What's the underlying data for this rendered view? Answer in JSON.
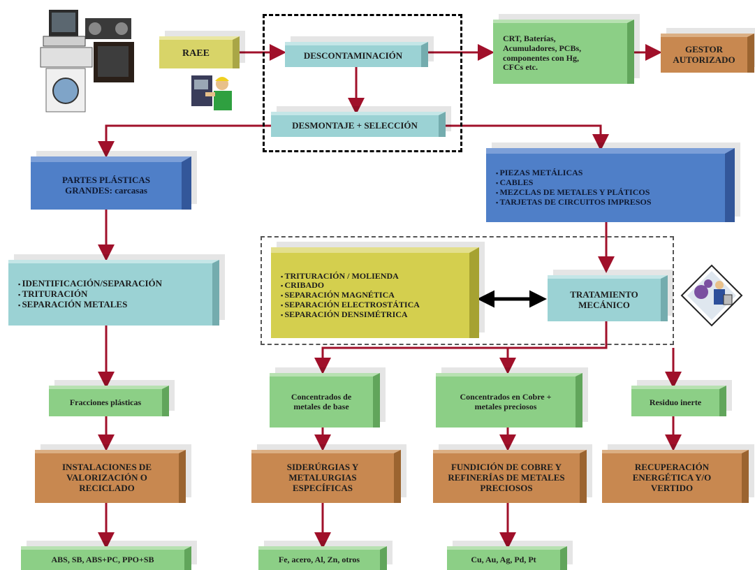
{
  "nodes": {
    "raee": "RAEE",
    "descontaminacion": "DESCONTAMINACIÓN",
    "peligrosos": "CRT, Baterías, Acumuladores, PCBs, componentes con Hg, CFCs etc.",
    "gestor": "GESTOR AUTORIZADO",
    "desmontaje": "DESMONTAJE + SELECCIÓN",
    "partes_plasticas": "PARTES PLÁSTICAS GRANDES: carcasas",
    "piezas": [
      "PIEZAS METÁLICAS",
      "CABLES",
      "MEZCLAS DE METALES Y PLÁTICOS",
      "TARJETAS DE CIRCUITOS IMPRESOS"
    ],
    "ident": [
      "IDENTIFICACIÓN/SEPARACIÓN",
      "TRITURACIÓN",
      "SEPARACIÓN METALES"
    ],
    "procesos": [
      "TRITURACIÓN / MOLIENDA",
      "CRIBADO",
      "SEPARACIÓN MAGNÉTICA",
      "SEPARACIÓN ELECTROSTÁTICA",
      "SEPARACIÓN DENSIMÉTRICA"
    ],
    "tratamiento": "TRATAMIENTO MECÁNICO",
    "fracciones": "Fracciones plásticas",
    "conc_base": "Concentrados de metales de base",
    "conc_cobre": "Concentrados en Cobre + metales preciosos",
    "residuo": "Residuo inerte",
    "instalaciones": "INSTALACIONES DE VALORIZACIÓN O RECICLADO",
    "siderurgias": "SIDERÚRGIAS Y METALURGIAS ESPECÍFICAS",
    "fundicion": "FUNDICIÓN DE COBRE Y REFINERÍAS DE METALES PRECIOSOS",
    "recuperacion": "RECUPERACIÓN ENERGÉTICA Y/O VERTIDO",
    "out_plastic": "ABS, SB, ABS+PC, PPO+SB",
    "out_base": "Fe, acero, Al, Zn, otros",
    "out_cobre": "Cu, Au, Ag, Pd, Pt"
  },
  "colors": {
    "arrow": "#a0102a",
    "yellow": "#d8d468",
    "cyan": "#9bd2d4",
    "green": "#8ccf86",
    "orange": "#c88850",
    "blue": "#4f7fc8"
  },
  "icons": [
    "electronics-pile-icon",
    "worker-icon",
    "mechanic-icon"
  ]
}
